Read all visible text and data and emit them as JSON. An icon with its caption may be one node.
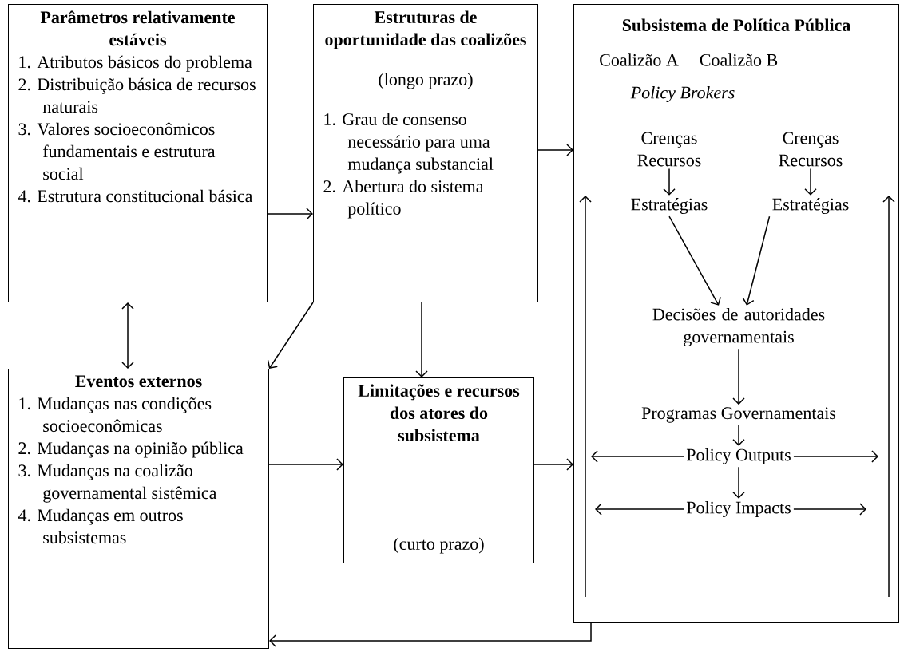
{
  "diagram": {
    "nodes": [
      {
        "text": [
          "Parâmetros relativamente estáveis",
          "1. Atributos básicos do problema",
          "2. Distribuição básica de recursos naturais",
          "3. Valores socioeconômicos fundamentais e estrutura social",
          "4. Estrutura constitucional básica"
        ]
      },
      {
        "text": [
          "Estruturas de oportunidade das coalizões",
          "(longo prazo)",
          "1. Grau de consenso necessário para uma mudança substancial",
          "2. Abertura do sistema político"
        ]
      },
      {
        "text": [
          "Subsistema de Política Pública"
        ]
      },
      {
        "text": [
          "Coalizão A"
        ],
        "in": 2
      },
      {
        "text": [
          "Coalizão B"
        ],
        "in": 2
      },
      {
        "text": [
          "Policy Brokers"
        ],
        "in": 2
      },
      {
        "text": [
          "Crenças",
          "Recursos"
        ],
        "in": 2
      },
      {
        "text": [
          "Estratégias"
        ],
        "in": 2
      },
      {
        "text": [
          "Crenças",
          "Recursos"
        ],
        "in": 2
      },
      {
        "text": [
          "Estratégias"
        ],
        "in": 2
      },
      {
        "text": [
          "Decisões de autoridades governamentais"
        ],
        "in": 2
      },
      {
        "text": [
          "Programas Governamentais"
        ],
        "in": 2
      },
      {
        "text": [
          "Policy Outputs"
        ],
        "in": 2
      },
      {
        "text": [
          "Policy Impacts"
        ],
        "in": 2
      },
      {
        "text": [
          "Eventos externos",
          "1. Mudanças nas condições socioeconômicas",
          "2. Mudanças na opinião pública",
          "3. Mudanças na coalizão governamental sistêmica",
          "4. Mudanças em outros subsistemas"
        ]
      },
      {
        "text": [
          "Limitações e recursos dos atores do subsistema",
          "(curto prazo)"
        ]
      }
    ],
    "edges": [
      {
        "from": 0,
        "to": 1,
        "arrow": "to"
      },
      {
        "from": 1,
        "to": 2,
        "arrow": "to"
      },
      {
        "from": 0,
        "to": 14,
        "arrow": "both"
      },
      {
        "from": 1,
        "to": 14,
        "arrow": "to"
      },
      {
        "from": 1,
        "to": 15,
        "arrow": "to"
      },
      {
        "from": 14,
        "to": 15,
        "arrow": "to"
      },
      {
        "from": 15,
        "to": 2,
        "arrow": "to"
      },
      {
        "from": 2,
        "to": 14,
        "arrow": "to"
      },
      {
        "from": 6,
        "to": 7,
        "arrow": "to"
      },
      {
        "from": 8,
        "to": 9,
        "arrow": "to"
      },
      {
        "from": 7,
        "to": 10,
        "arrow": "to"
      },
      {
        "from": 9,
        "to": 10,
        "arrow": "to"
      },
      {
        "from": 10,
        "to": 11,
        "arrow": "to"
      },
      {
        "from": 11,
        "to": 12,
        "arrow": "to"
      },
      {
        "from": 12,
        "to": 13,
        "arrow": "to"
      },
      {
        "from": 12,
        "to": null,
        "arrow": "to"
      },
      {
        "from": 12,
        "to": null,
        "arrow": "to"
      },
      {
        "from": 13,
        "to": null,
        "arrow": "to"
      },
      {
        "from": 13,
        "to": null,
        "arrow": "to"
      }
    ]
  }
}
